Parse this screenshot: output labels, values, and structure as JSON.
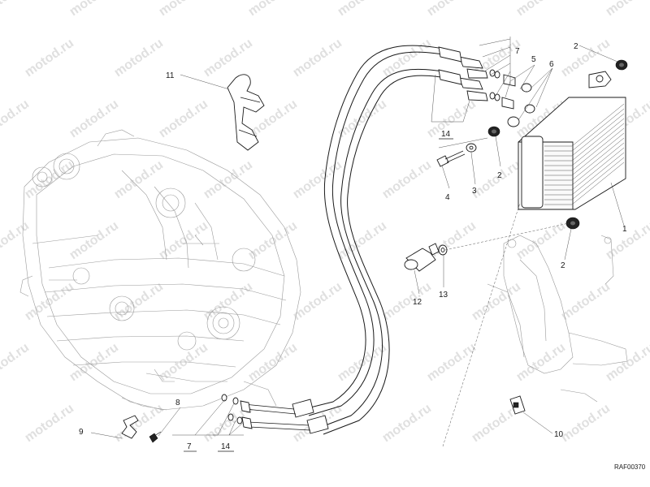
{
  "diagram": {
    "drawing_code": "RAF00370",
    "watermark_text": "motod.ru",
    "callouts": {
      "c1": "1",
      "c2a": "2",
      "c2b": "2",
      "c2c": "2",
      "c3": "3",
      "c4": "4",
      "c5": "5",
      "c6": "6",
      "c7": "7",
      "c7b": "7",
      "c8": "8",
      "c9": "9",
      "c10": "10",
      "c11": "11",
      "c12": "12",
      "c13": "13",
      "c14": "14",
      "c14b": "14"
    }
  }
}
